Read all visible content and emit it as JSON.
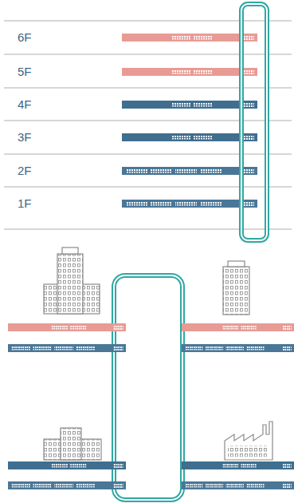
{
  "diagram": {
    "labels": [
      "6F",
      "5F",
      "4F",
      "3F",
      "2F",
      "1F"
    ]
  }
}
